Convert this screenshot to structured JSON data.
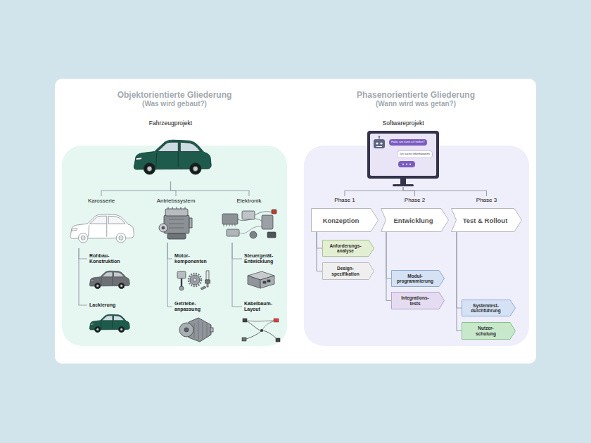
{
  "diagram": {
    "nodes": [
      {
        "text": [
          "Fahrzeugprojekt"
        ]
      },
      {
        "text": [
          "Karosserie"
        ]
      },
      {
        "text": [
          "Antriebssystem"
        ]
      },
      {
        "text": [
          "Elektronik"
        ]
      },
      {
        "text": [
          "Rohbau- Konstruktion"
        ]
      },
      {
        "text": [
          "Lackierung"
        ]
      },
      {
        "text": [
          "Motor- komponenten"
        ]
      },
      {
        "text": [
          "Getriebe- anpassung"
        ]
      },
      {
        "text": [
          "Steuergerät- Entwicklung"
        ]
      },
      {
        "text": [
          "Kabelbaum- Layout"
        ]
      },
      {
        "text": [
          "Softwareprojekt"
        ]
      },
      {
        "text": [
          "Phase 1",
          "Konzeption"
        ]
      },
      {
        "text": [
          "Phase 2",
          "Entwicklung"
        ]
      },
      {
        "text": [
          "Phase 3",
          "Test & Rollout"
        ]
      },
      {
        "text": [
          "Anforderungs- analyse"
        ]
      },
      {
        "text": [
          "Design- spezifikation"
        ]
      },
      {
        "text": [
          "Modul- programmierung"
        ]
      },
      {
        "text": [
          "Integrations- tests"
        ]
      },
      {
        "text": [
          "Systemtest- durchführung"
        ]
      },
      {
        "text": [
          "Nutzer- schulung"
        ]
      }
    ],
    "edges": [
      {
        "from": 0,
        "to": 1,
        "arrow": "none"
      },
      {
        "from": 0,
        "to": 2,
        "arrow": "none"
      },
      {
        "from": 0,
        "to": 3,
        "arrow": "none"
      },
      {
        "from": 1,
        "to": 4,
        "arrow": "none"
      },
      {
        "from": 1,
        "to": 5,
        "arrow": "none"
      },
      {
        "from": 2,
        "to": 6,
        "arrow": "none"
      },
      {
        "from": 2,
        "to": 7,
        "arrow": "none"
      },
      {
        "from": 3,
        "to": 8,
        "arrow": "none"
      },
      {
        "from": 3,
        "to": 9,
        "arrow": "none"
      },
      {
        "from": 10,
        "to": 11,
        "arrow": "none"
      },
      {
        "from": 10,
        "to": 12,
        "arrow": "none"
      },
      {
        "from": 10,
        "to": 13,
        "arrow": "none"
      },
      {
        "from": 11,
        "to": 14,
        "arrow": "none"
      },
      {
        "from": 11,
        "to": 15,
        "arrow": "none"
      },
      {
        "from": 12,
        "to": 16,
        "arrow": "none"
      },
      {
        "from": 12,
        "to": 17,
        "arrow": "none"
      },
      {
        "from": 13,
        "to": 18,
        "arrow": "none"
      },
      {
        "from": 13,
        "to": 19,
        "arrow": "none"
      }
    ],
    "labels": [
      "Objektorientierte Gliederung",
      "(Was wird gebaut?)",
      "Phasenorientierte Gliederung",
      "(Wann wird was getan?)",
      "Hallo, wie kann ich helfen?",
      "Ich suche Informationen"
    ]
  }
}
